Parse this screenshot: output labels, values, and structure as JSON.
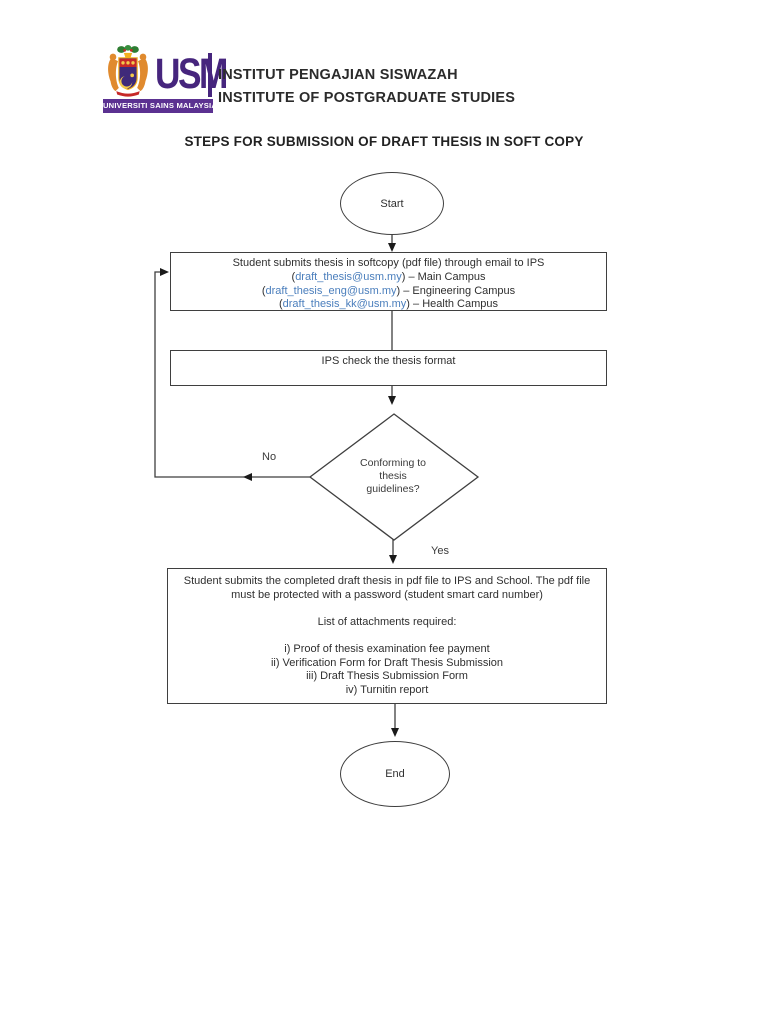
{
  "header": {
    "logo": {
      "crest_icon": "usm-coat-of-arms",
      "acronym": "USM",
      "banner_text": "UNIVERSITI SAINS MALAYSIA",
      "purple": "#5b3191"
    },
    "institute_line1": "INSTITUT PENGAJIAN SISWAZAH",
    "institute_line2": "INSTITUTE OF POSTGRADUATE STUDIES"
  },
  "title": "STEPS FOR SUBMISSION OF DRAFT THESIS IN SOFT COPY",
  "flowchart": {
    "start_label": "Start",
    "end_label": "End",
    "submit_email_box": {
      "line1": "Student submits thesis in softcopy (pdf file) through email to IPS",
      "link_color": "#4a7ebc",
      "emails": [
        {
          "open": "(",
          "address": "draft_thesis@usm.my",
          "rest": ") – Main Campus"
        },
        {
          "open": "(",
          "address": "draft_thesis_eng@usm.my",
          "rest": ") – Engineering Campus"
        },
        {
          "open": "(",
          "address": "draft_thesis_kk@usm.my",
          "rest": ") – Health Campus"
        }
      ]
    },
    "check_box_label": "IPS check the thesis format",
    "decision": {
      "line1": "Conforming to",
      "line2": "thesis",
      "line3": "guidelines?"
    },
    "no_label": "No",
    "yes_label": "Yes",
    "final_box": {
      "para1": "Student submits the completed draft thesis in pdf file to IPS and School. The pdf file must be protected with a password (student smart card number)",
      "attachments_heading": "List of attachments required:",
      "attachments": [
        "i) Proof of thesis examination fee payment",
        "ii) Verification Form for Draft Thesis Submission",
        "iii) Draft Thesis Submission Form",
        "iv) Turnitin report"
      ]
    }
  }
}
